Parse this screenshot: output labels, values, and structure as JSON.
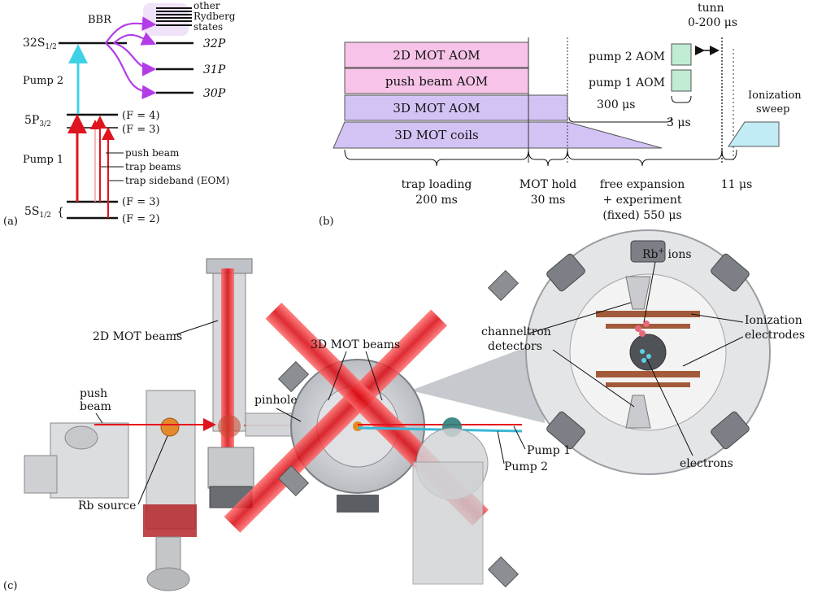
{
  "panel_a": {
    "label": "(a)",
    "bbr": "BBR",
    "other_rydberg": [
      "other",
      "Rydberg",
      "states"
    ],
    "level_32s": "32S",
    "level_32s_sub": "1/2",
    "level_5p": "5P",
    "level_5p_sub": "3/2",
    "level_5s": "5S",
    "level_5s_sub": "1/2",
    "level_32p": "32P",
    "level_31p": "31P",
    "level_30p": "30P",
    "f4": "(F = 4)",
    "f3_upper": "(F = 3)",
    "f3_lower": "(F = 3)",
    "f2": "(F = 2)",
    "pump2": "Pump 2",
    "pump1": "Pump 1",
    "push_beam": "push beam",
    "trap_beams": "trap beams",
    "trap_sideband": "trap sideband (EOM)",
    "colors": {
      "pump1": "#e0141e",
      "pump2": "#3fd2e6",
      "bbr": "#b43ce6",
      "sideband": "#f39a9a"
    }
  },
  "panel_b": {
    "label": "(b)",
    "bar_2d": "2D MOT AOM",
    "bar_push": "push beam AOM",
    "bar_3d": "3D MOT AOM",
    "bar_coils": "3D MOT coils",
    "pump2_aom": "pump 2 AOM",
    "pump1_aom": "pump 1 AOM",
    "tunn": "tunn",
    "tunn_range": "0-200 μs",
    "t300": "300 μs",
    "t3": "3 μs",
    "ionization": [
      "Ionization",
      "sweep"
    ],
    "phase_loading": [
      "trap loading",
      "200 ms"
    ],
    "phase_hold": [
      "MOT hold",
      "30 ms"
    ],
    "phase_free": [
      "free expansion",
      "+ experiment",
      "(fixed) 550 μs"
    ],
    "phase_11": "11 μs",
    "colors": {
      "pink": "#f7c3e8",
      "lavender": "#d3c3f5",
      "green": "#bfecd3",
      "cyan": "#c2ecf5"
    }
  },
  "panel_c": {
    "label": "(c)",
    "mot2d_beams": "2D MOT beams",
    "mot3d_beams": "3D MOT beams",
    "push_beam": [
      "push",
      "beam"
    ],
    "pinhole": "pinhole",
    "rb_source": "Rb source",
    "pump1": "Pump 1",
    "pump2": "Pump 2",
    "channeltron": [
      "channeltron",
      "detectors"
    ],
    "rb_ions": "Rb",
    "rb_ions_sup": "+",
    "rb_ions_suffix": " ions",
    "ionization_electrodes": [
      "Ionization",
      "electrodes"
    ],
    "electrons": "electrons",
    "colors": {
      "beam": "#e5141c",
      "metal": "#c9ccd0",
      "cyan": "#3ab8d6"
    }
  }
}
